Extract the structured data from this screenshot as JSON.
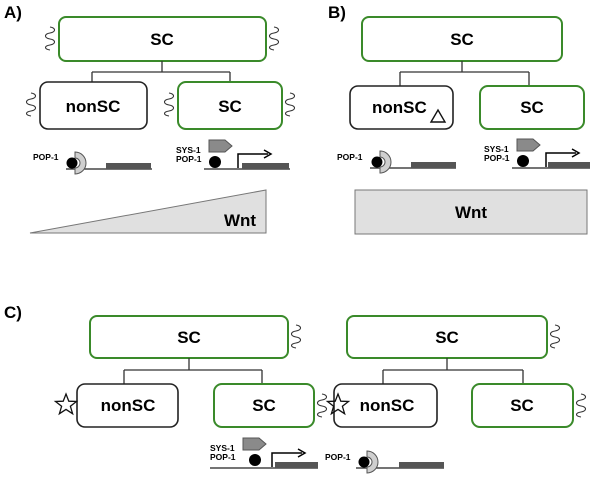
{
  "panels": {
    "a": {
      "label": "A)"
    },
    "b": {
      "label": "B)"
    },
    "c": {
      "label": "C)"
    }
  },
  "cells": {
    "sc": "SC",
    "nonsc": "nonSC"
  },
  "factors": {
    "pop1": "POP-1",
    "sys1": "SYS-1"
  },
  "signal": {
    "wnt": "Wnt"
  },
  "colors": {
    "sc_border": "#3a8a2a",
    "nonsc_border": "#222222",
    "wnt_fill": "#e0e0e0",
    "dna_bar": "#555555",
    "sys1_fill": "#8a8a8a",
    "pop1_cap": "#cfcfcf"
  }
}
